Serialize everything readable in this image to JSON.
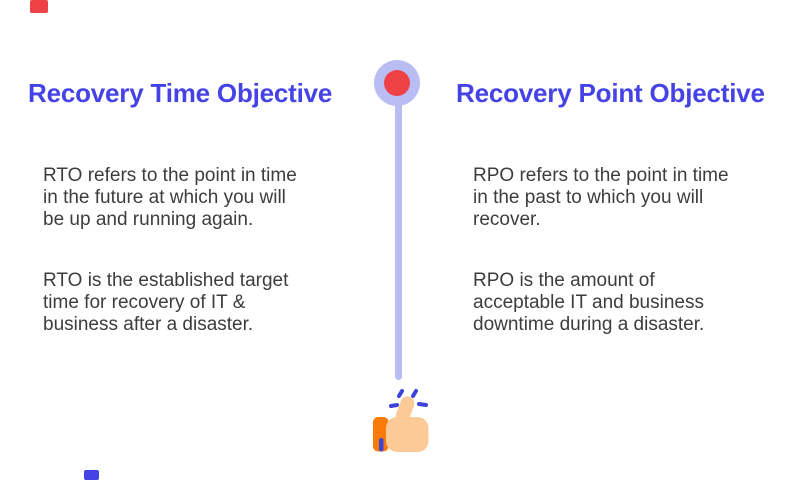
{
  "page": {
    "background_color": "#ffffff",
    "type": "rto-vs-rpo-infographic"
  },
  "left_column": {
    "title": "Recovery Time Objective",
    "para1": "RTO refers to the point in time\nin the future at which you will\nbe up and running again.",
    "para2": "RTO is the established target\ntime for recovery of IT &\nbusiness after a disaster."
  },
  "right_column": {
    "title": "Recovery Point Objective",
    "para1": "RPO refers to the point in time\nin the past to which you will\nrecover.",
    "para2": "RPO is the amount of\nacceptable IT and business\ndowntime during a disaster."
  },
  "divider": {
    "marker_icon": "circle-marker",
    "footer_icon": "thumbs-up"
  },
  "colors": {
    "title_blue": "#4543e6",
    "body_text": "#3d3d3d",
    "lavender": "#b9bdf4",
    "marker_red": "#ee4246",
    "sleeve_orange": "#f87a08",
    "hand_peach": "#fbca96",
    "accent_blue": "#3e43da"
  }
}
